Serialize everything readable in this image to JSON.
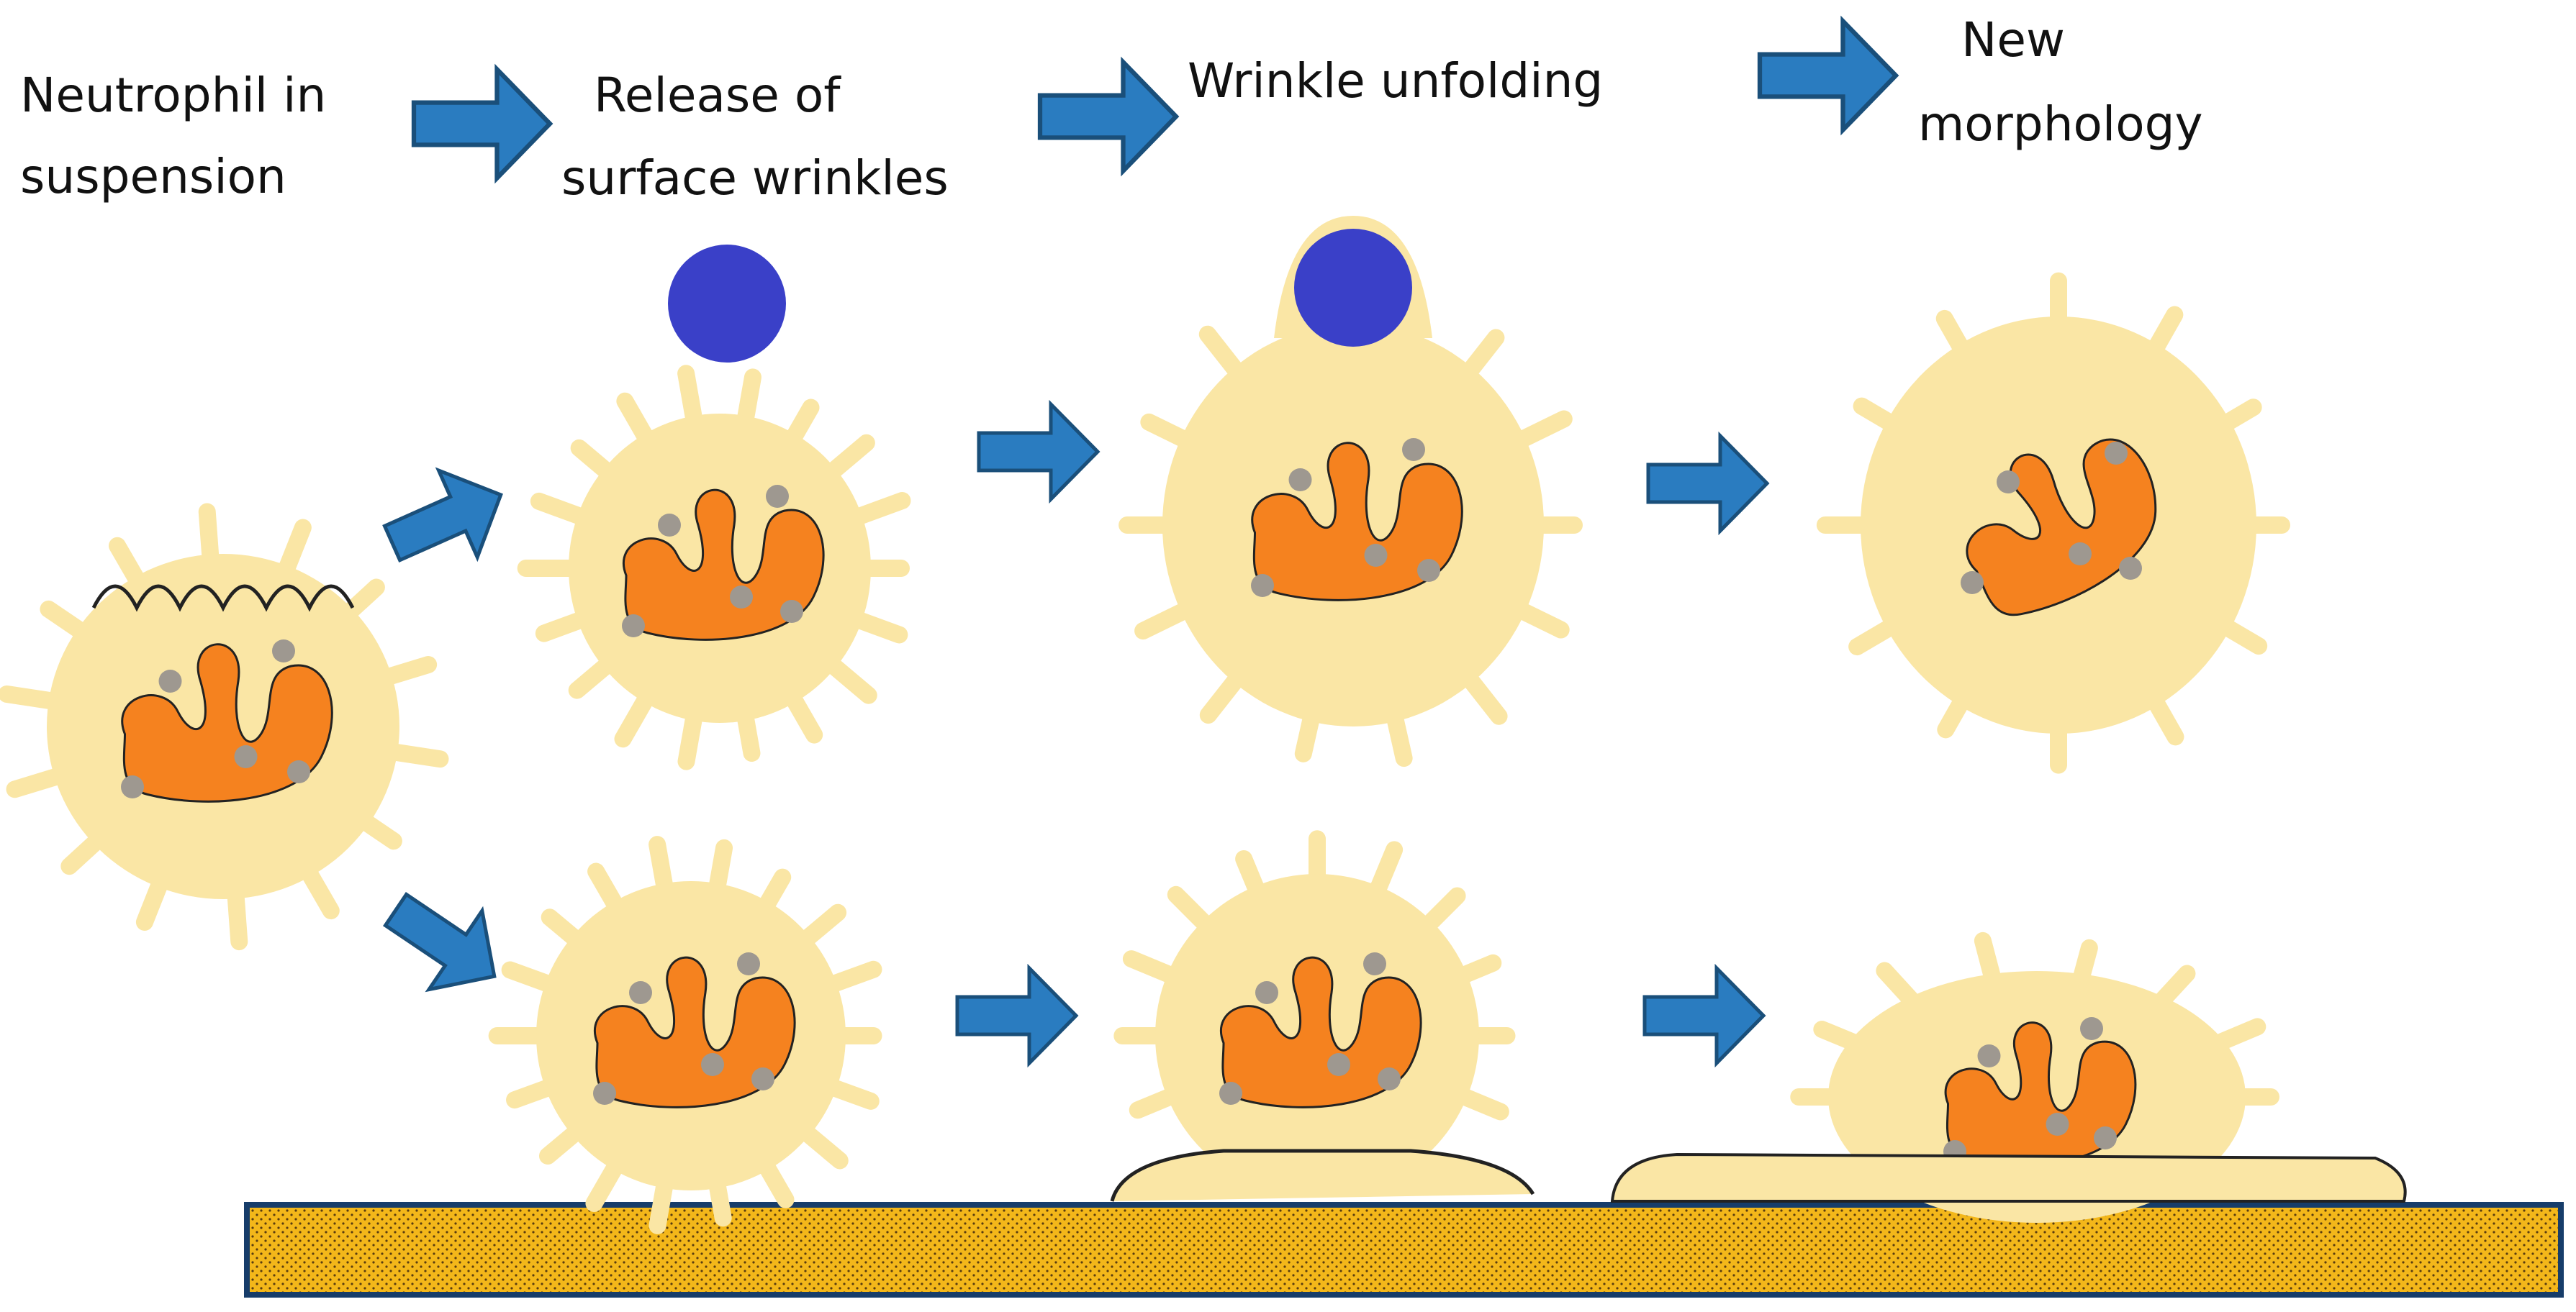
{
  "labels": {
    "stage1": [
      "Neutrophil in",
      "suspension"
    ],
    "stage2": [
      "Release of",
      "surface wrinkles"
    ],
    "stage3": [
      "Wrinkle unfolding"
    ],
    "stage4": [
      "New",
      "morphology"
    ]
  },
  "colors": {
    "cytoplasm": "#fae6a5",
    "nucleus": "#f5821f",
    "granule": "#9e9890",
    "particle": "#3a40c8",
    "arrow": "#2a7cc0",
    "arrow_stroke": "#1a4f7a",
    "substrate": "#f3b71a",
    "substrate_border": "#173d6a",
    "outline": "#222222"
  },
  "icons": [
    "right-arrow-icon",
    "diagonal-arrow-icon",
    "particle-icon",
    "neutrophil-cell-icon",
    "substrate-surface-icon"
  ]
}
